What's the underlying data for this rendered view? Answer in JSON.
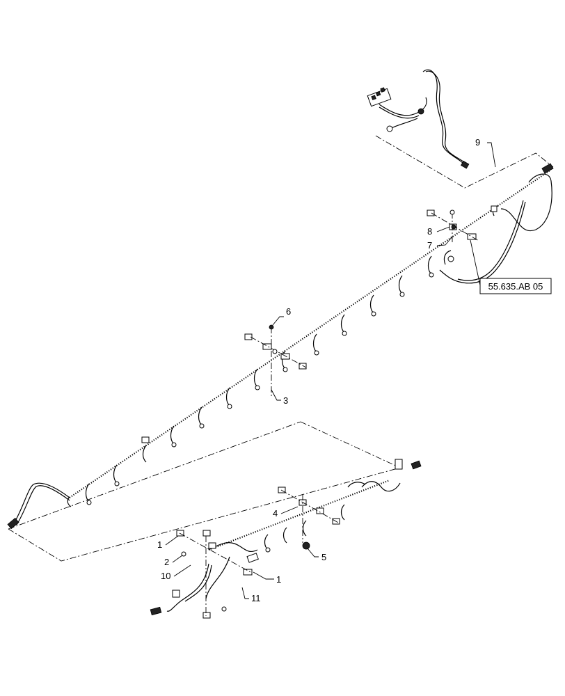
{
  "callouts": {
    "c1a": "1",
    "c1b": "1",
    "c2": "2",
    "c3": "3",
    "c4": "4",
    "c5": "5",
    "c6": "6",
    "c7": "7",
    "c8": "8",
    "c9": "9",
    "c10": "10",
    "c11": "11"
  },
  "reference_box": "55.635.AB 05"
}
